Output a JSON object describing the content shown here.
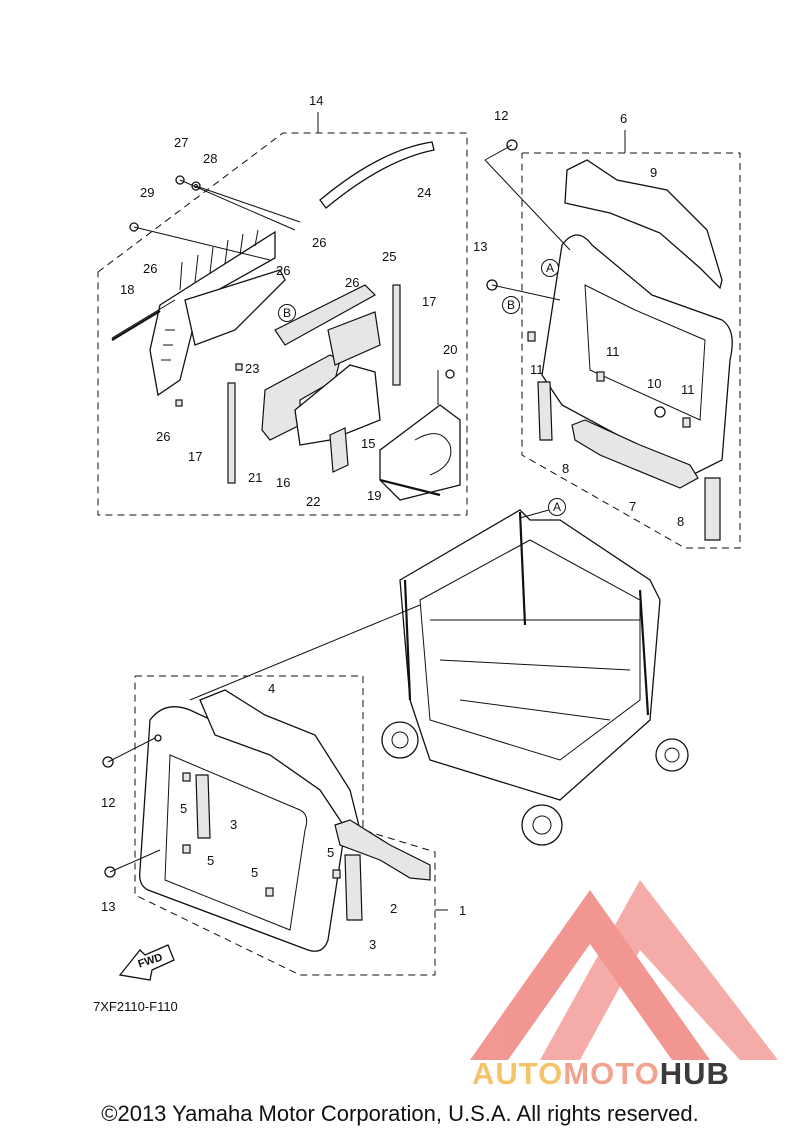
{
  "diagram": {
    "drawing_code": "7XF2110-F110",
    "fwd_label": "FWD",
    "copyright": "©2013 Yamaha Motor Corporation, U.S.A. All rights reserved.",
    "watermark": {
      "part1": "AUTO",
      "part2": "MOTO",
      "part3": "HUB"
    },
    "colors": {
      "watermark_red": "#e8413a",
      "watermark_orange": "#f4c36a",
      "watermark_dark": "#3b3b3b"
    },
    "callouts": [
      {
        "id": "c1",
        "label": "1"
      },
      {
        "id": "c2",
        "label": "2"
      },
      {
        "id": "c3a",
        "label": "3"
      },
      {
        "id": "c3b",
        "label": "3"
      },
      {
        "id": "c4",
        "label": "4"
      },
      {
        "id": "c5a",
        "label": "5"
      },
      {
        "id": "c5b",
        "label": "5"
      },
      {
        "id": "c5c",
        "label": "5"
      },
      {
        "id": "c5d",
        "label": "5"
      },
      {
        "id": "c6",
        "label": "6"
      },
      {
        "id": "c7",
        "label": "7"
      },
      {
        "id": "c8a",
        "label": "8"
      },
      {
        "id": "c8b",
        "label": "8"
      },
      {
        "id": "c9",
        "label": "9"
      },
      {
        "id": "c10",
        "label": "10"
      },
      {
        "id": "c11a",
        "label": "11"
      },
      {
        "id": "c11b",
        "label": "11"
      },
      {
        "id": "c11c",
        "label": "11"
      },
      {
        "id": "c12a",
        "label": "12"
      },
      {
        "id": "c12b",
        "label": "12"
      },
      {
        "id": "c13a",
        "label": "13"
      },
      {
        "id": "c13b",
        "label": "13"
      },
      {
        "id": "c14",
        "label": "14"
      },
      {
        "id": "c15",
        "label": "15"
      },
      {
        "id": "c16",
        "label": "16"
      },
      {
        "id": "c17a",
        "label": "17"
      },
      {
        "id": "c17b",
        "label": "17"
      },
      {
        "id": "c18",
        "label": "18"
      },
      {
        "id": "c19",
        "label": "19"
      },
      {
        "id": "c20",
        "label": "20"
      },
      {
        "id": "c21",
        "label": "21"
      },
      {
        "id": "c22",
        "label": "22"
      },
      {
        "id": "c23",
        "label": "23"
      },
      {
        "id": "c24",
        "label": "24"
      },
      {
        "id": "c25",
        "label": "25"
      },
      {
        "id": "c26a",
        "label": "26"
      },
      {
        "id": "c26b",
        "label": "26"
      },
      {
        "id": "c26c",
        "label": "26"
      },
      {
        "id": "c26d",
        "label": "26"
      },
      {
        "id": "c26e",
        "label": "26"
      },
      {
        "id": "c27",
        "label": "27"
      },
      {
        "id": "c28",
        "label": "28"
      },
      {
        "id": "c29",
        "label": "29"
      }
    ],
    "markers": [
      {
        "id": "mA1",
        "label": "A"
      },
      {
        "id": "mA2",
        "label": "A"
      },
      {
        "id": "mB1",
        "label": "B"
      },
      {
        "id": "mB2",
        "label": "B"
      }
    ]
  }
}
